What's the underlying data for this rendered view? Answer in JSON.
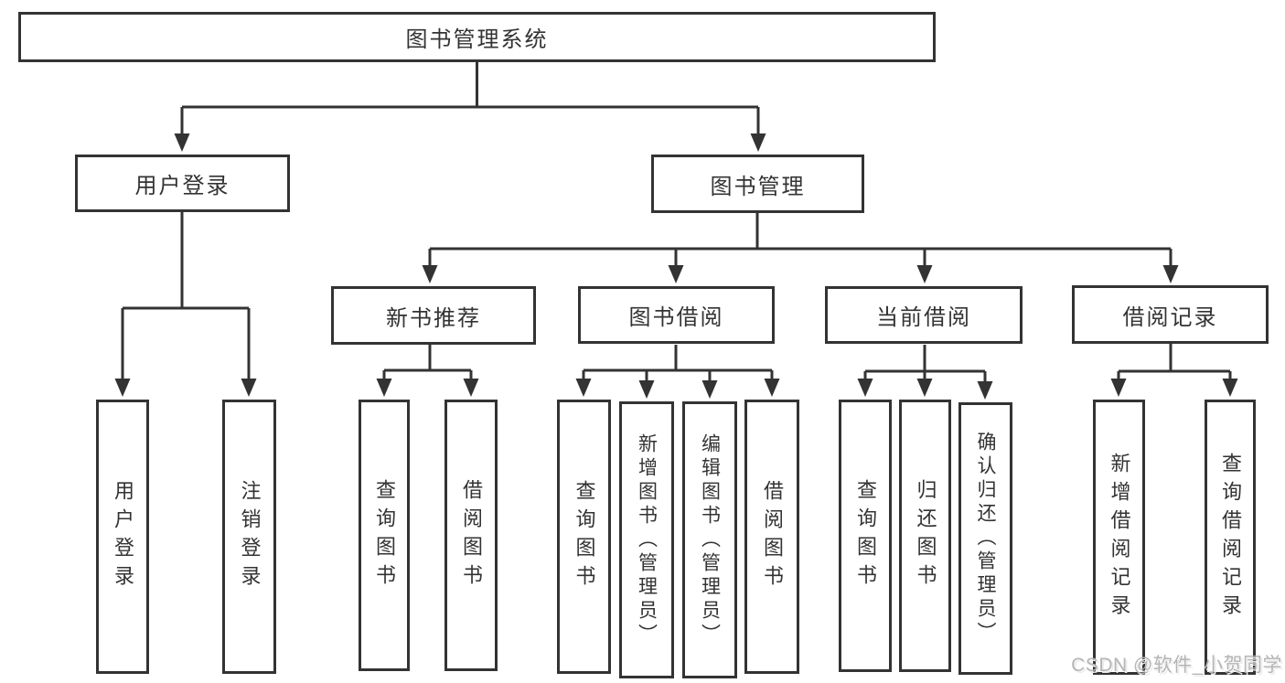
{
  "diagram": {
    "root": "图书管理系统",
    "user_login": {
      "label": "用户登录",
      "children": [
        "用户登录",
        "注销登录"
      ]
    },
    "book_management": {
      "label": "图书管理",
      "sections": [
        {
          "label": "新书推荐",
          "children": [
            "查询图书",
            "借阅图书"
          ]
        },
        {
          "label": "图书借阅",
          "children": [
            "查询图书",
            "新增图书（管理员）",
            "编辑图书（管理员）",
            "借阅图书"
          ]
        },
        {
          "label": "当前借阅",
          "children": [
            "查询图书",
            "归还图书",
            "确认归还（管理员）"
          ]
        },
        {
          "label": "借阅记录",
          "children": [
            "新增借阅记录",
            "查询借阅记录"
          ]
        }
      ]
    }
  },
  "watermark": "CSDN @软件_小贺同学",
  "colors": {
    "line": "#333333",
    "text": "#333333",
    "watermark": "#b5b5b5",
    "background": "#ffffff"
  }
}
